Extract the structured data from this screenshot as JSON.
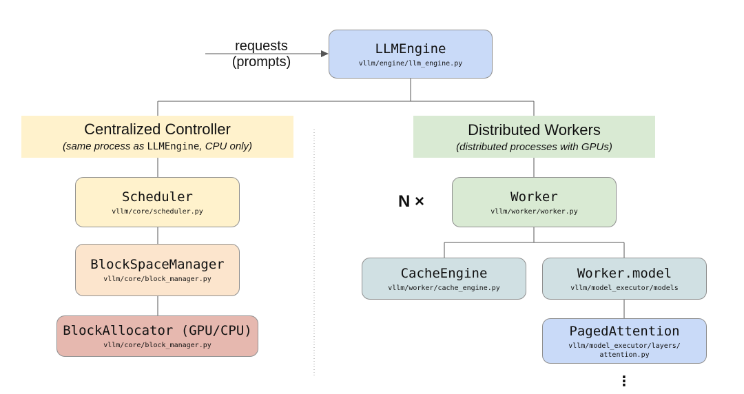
{
  "requests": {
    "line1": "requests",
    "line2": "(prompts)"
  },
  "engine": {
    "name": "LLMEngine",
    "path": "vllm/engine/llm_engine.py",
    "fill": "#c9daf8"
  },
  "controller": {
    "title": "Centralized Controller",
    "sub_prefix": "(same process as ",
    "sub_mono": "LLMEngine",
    "sub_suffix": ", CPU only)",
    "fill": "#fff2cc"
  },
  "workers_banner": {
    "title": "Distributed Workers",
    "sub": "(distributed processes with GPUs)",
    "fill": "#d9ead3"
  },
  "scheduler": {
    "name": "Scheduler",
    "path": "vllm/core/scheduler.py",
    "fill": "#fff2cc"
  },
  "block_space_manager": {
    "name": "BlockSpaceManager",
    "path": "vllm/core/block_manager.py",
    "fill": "#fce5cd"
  },
  "block_allocator": {
    "name": "BlockAllocator (GPU/CPU)",
    "path": "vllm/core/block_manager.py",
    "fill": "#e6b8af"
  },
  "worker": {
    "multiplier": "N ×",
    "name": "Worker",
    "path": "vllm/worker/worker.py",
    "fill": "#d9ead3"
  },
  "cache_engine": {
    "name": "CacheEngine",
    "path": "vllm/worker/cache_engine.py",
    "fill": "#d0e0e3"
  },
  "worker_model": {
    "name": "Worker.model",
    "path": "vllm/model_executor/models",
    "fill": "#d0e0e3"
  },
  "paged_attention": {
    "name": "PagedAttention",
    "path_line1": "vllm/model_executor/layers/",
    "path_line2": "attention.py",
    "fill": "#c9daf8"
  },
  "ellipsis": "⋮"
}
